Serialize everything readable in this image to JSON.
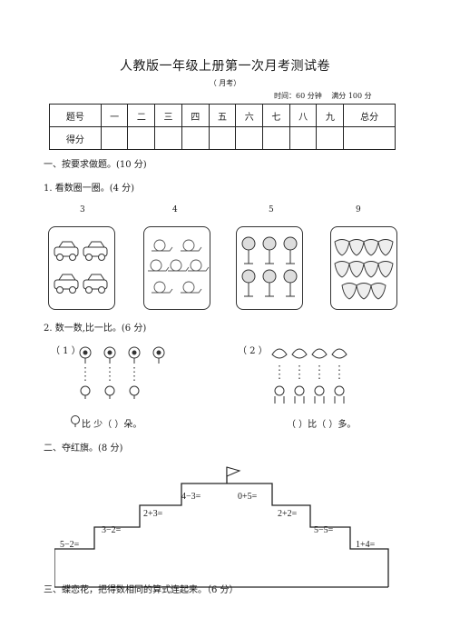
{
  "header": {
    "title": "人教版一年级上册第一次月考测试卷",
    "subtitle": "（ 月考）",
    "time": "时间：60 分钟",
    "full_score": "满分 100 分"
  },
  "score_table": {
    "row1": [
      "题号",
      "一",
      "二",
      "三",
      "四",
      "五",
      "六",
      "七",
      "八",
      "九",
      "总分"
    ],
    "row2_label": "得分"
  },
  "section1": {
    "heading": "一、按要求做题。(10 分)",
    "q1": {
      "heading": "1. 看数圈一圈。(4 分)",
      "numbers": [
        "3",
        "4",
        "5",
        "9"
      ],
      "boxes": [
        "car-icon",
        "snail-icon",
        "fan-icon",
        "strawberry-icon"
      ]
    },
    "q2": {
      "heading": "2. 数一数,比一比。(6 分)",
      "part1_label": "（ 1 ）",
      "part2_label": "（ 2 ）",
      "part1_answer": "比     少（    ）朵。",
      "part2_answer": "（    ）比（    ）多。"
    }
  },
  "section2": {
    "heading": "二、夺红旗。(8 分)",
    "stairs": [
      "5−2=",
      "3−2=",
      "2+3=",
      "4−3=",
      "0+5=",
      "2+2=",
      "5−5=",
      "1+4="
    ]
  },
  "section3": {
    "heading": "三、蝶恋花，把得数相同的算式连起来。（6 分）"
  }
}
